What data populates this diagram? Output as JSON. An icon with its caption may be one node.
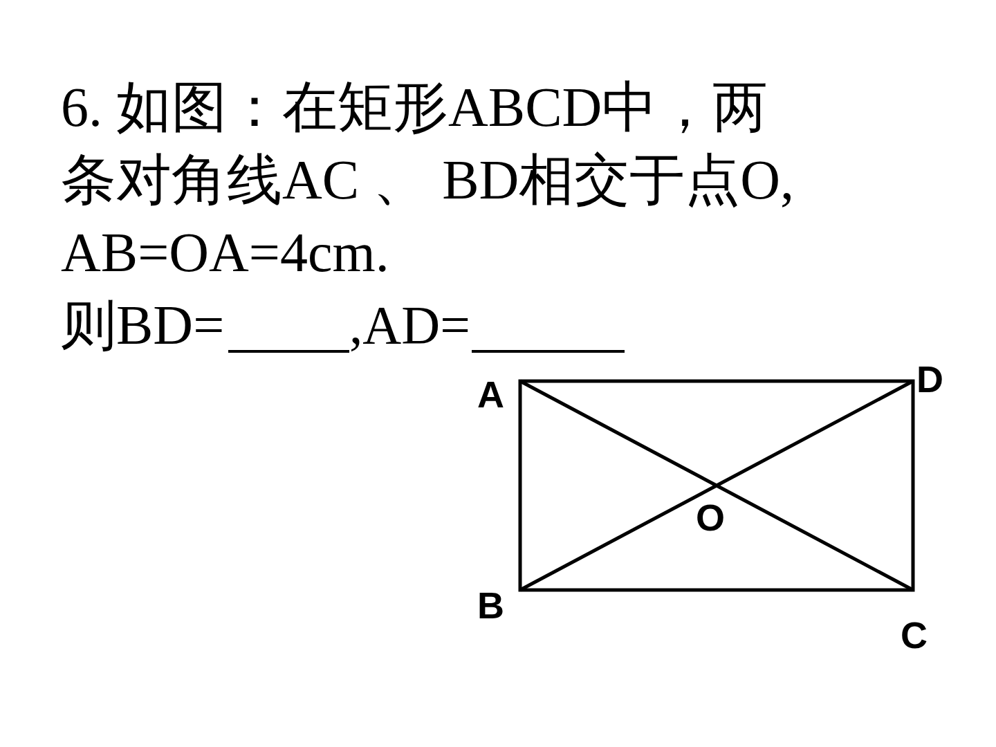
{
  "diagram": {
    "labels": [
      "6. 如图：在矩形ABCD中，两",
      "条对角线AC 、 BD相交于点O,",
      "AB=OA=4cm.",
      "则BD=",
      ",AD=",
      "A",
      "D",
      "O",
      "B",
      "C"
    ]
  }
}
